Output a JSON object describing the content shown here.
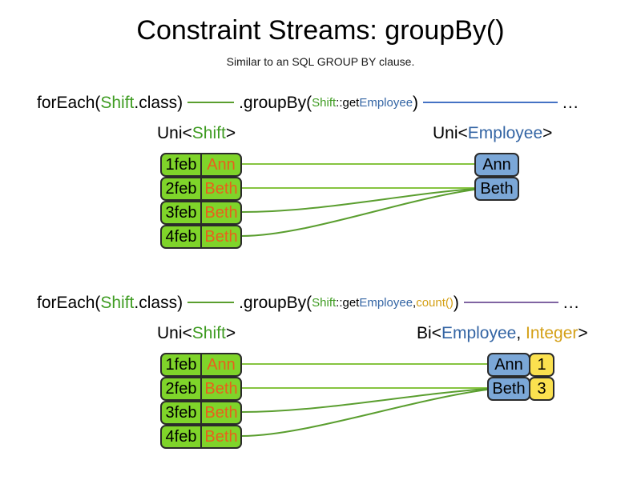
{
  "header": {
    "title": "Constraint Streams: groupBy()",
    "subtitle": "Similar to an SQL GROUP BY clause."
  },
  "colors": {
    "shift_green": "#3f9c22",
    "employee_blue": "#3465a4",
    "count_gold": "#d4a017",
    "box_green": "#7fd42a",
    "box_blue": "#7ba7d7",
    "box_yellow": "#fbe14f",
    "name_orange": "#e8601c",
    "line_green": "#5a9e2f",
    "line_blue": "#4472c4",
    "line_purple": "#8064a2",
    "box_border": "#2b2b2b"
  },
  "sections": [
    {
      "id": "section-groupby",
      "pipeline": {
        "for_each_prefix": "forEach(",
        "for_each_type": "Shift",
        "for_each_suffix": ".class)",
        "group_by_prefix": ".groupBy(",
        "group_by_owner": "Shift",
        "group_by_sep": "::get",
        "group_by_member": "Employee",
        "group_by_suffix": ")",
        "ellipsis": "..."
      },
      "left_label": {
        "prefix": "Uni<",
        "type": "Shift",
        "suffix": ">"
      },
      "right_label": {
        "prefix": "Uni<",
        "type": "Employee",
        "suffix": ">"
      },
      "left_rows": [
        {
          "date": "1feb",
          "name": "Ann"
        },
        {
          "date": "2feb",
          "name": "Beth"
        },
        {
          "date": "3feb",
          "name": "Beth"
        },
        {
          "date": "4feb",
          "name": "Beth"
        }
      ],
      "right_rows": [
        {
          "employee": "Ann"
        },
        {
          "employee": "Beth"
        }
      ]
    },
    {
      "id": "section-groupby-count",
      "pipeline": {
        "for_each_prefix": "forEach(",
        "for_each_type": "Shift",
        "for_each_suffix": ".class)",
        "group_by_prefix": ".groupBy(",
        "group_by_owner": "Shift",
        "group_by_sep": "::get",
        "group_by_member": "Employee",
        "group_by_comma": ", ",
        "group_by_collector": "count()",
        "group_by_suffix": ")",
        "ellipsis": "..."
      },
      "left_label": {
        "prefix": "Uni<",
        "type": "Shift",
        "suffix": ">"
      },
      "right_label": {
        "prefix": "Bi<",
        "type": "Employee",
        "comma": ", ",
        "type2": "Integer",
        "suffix": ">"
      },
      "left_rows": [
        {
          "date": "1feb",
          "name": "Ann"
        },
        {
          "date": "2feb",
          "name": "Beth"
        },
        {
          "date": "3feb",
          "name": "Beth"
        },
        {
          "date": "4feb",
          "name": "Beth"
        }
      ],
      "right_rows": [
        {
          "employee": "Ann",
          "count": "1"
        },
        {
          "employee": "Beth",
          "count": "3"
        }
      ]
    }
  ]
}
